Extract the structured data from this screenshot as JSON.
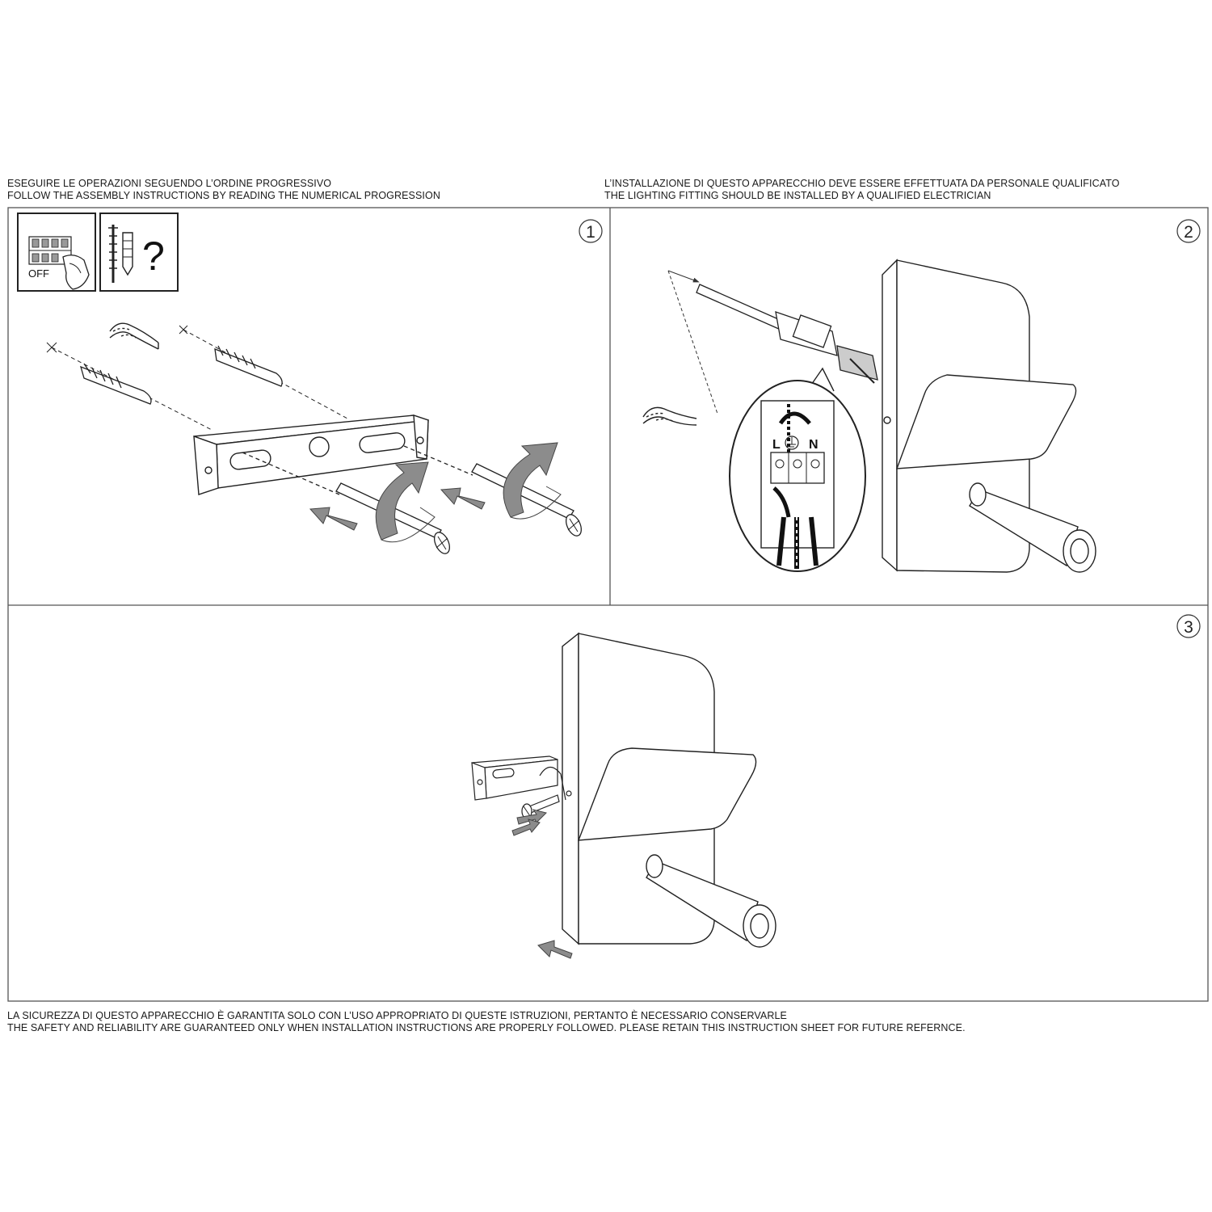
{
  "header": {
    "left_it": "ESEGUIRE LE OPERAZIONI SEGUENDO L’ORDINE PROGRESSIVO",
    "left_en": "FOLLOW THE ASSEMBLY INSTRUCTIONS BY READING THE NUMERICAL PROGRESSION",
    "right_it": "L’INSTALLAZIONE DI QUESTO APPARECCHIO DEVE ESSERE EFFETTUATA DA PERSONALE QUALIFICATO",
    "right_en": "THE LIGHTING FITTING SHOULD BE INSTALLED BY A QUALIFIED ELECTRICIAN"
  },
  "steps": [
    {
      "number": "1"
    },
    {
      "number": "2"
    },
    {
      "number": "3"
    }
  ],
  "icons": {
    "power_label": "OFF",
    "tools_label": "?"
  },
  "wiring": {
    "live": "L",
    "neutral": "N"
  },
  "footer": {
    "it": "LA SICUREZZA DI QUESTO APPARECCHIO È GARANTITA SOLO CON L’USO APPROPRIATO DI QUESTE ISTRUZIONI, PERTANTO È NECESSARIO CONSERVARLE",
    "en": "THE SAFETY AND RELIABILITY ARE GUARANTEED ONLY WHEN INSTALLATION INSTRUCTIONS ARE PROPERLY FOLLOWED. PLEASE RETAIN THIS INSTRUCTION SHEET FOR FUTURE REFERNCE."
  },
  "colors": {
    "line": "#333333",
    "arrow_fill": "#8c8c8c",
    "panel_border": "#555555"
  }
}
